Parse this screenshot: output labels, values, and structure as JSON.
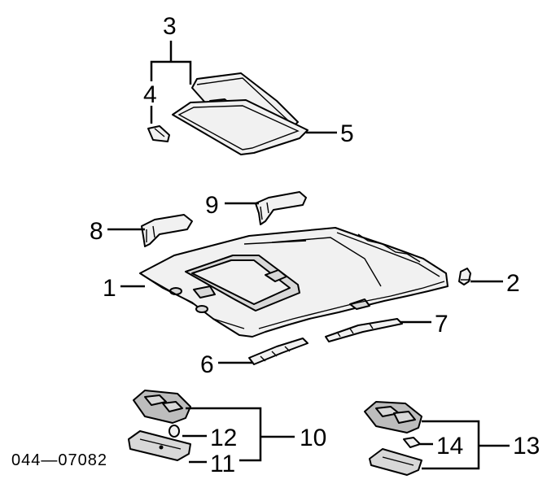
{
  "callouts": {
    "c1": "1",
    "c2": "2",
    "c3": "3",
    "c4": "4",
    "c5": "5",
    "c6": "6",
    "c7": "7",
    "c8": "8",
    "c9": "9",
    "c10": "10",
    "c11": "11",
    "c12": "12",
    "c13": "13",
    "c14": "14"
  },
  "diagram_code": "044—07082"
}
